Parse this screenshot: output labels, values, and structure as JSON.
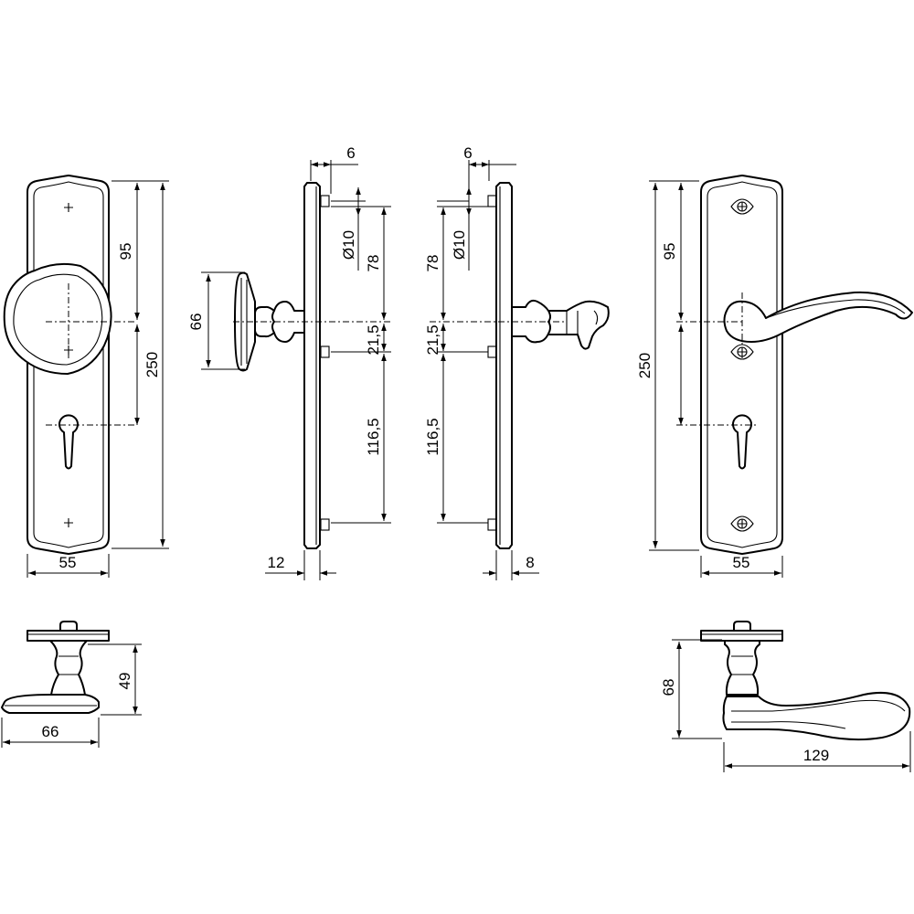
{
  "views": {
    "front_knob": {
      "width_label": "55",
      "spacing_label": "95",
      "height_label": "250"
    },
    "side_knob": {
      "projection_label": "66",
      "offset_label": "12",
      "pin_label": "6",
      "pin_diameter_label": "Ø10",
      "upper_label": "78",
      "middle_label": "21,5",
      "lower_label": "116,5"
    },
    "side_lever": {
      "pin_label": "6",
      "pin_diameter_label": "Ø10",
      "upper_label": "78",
      "middle_label": "21,5",
      "lower_label": "116,5",
      "thickness_label": "8"
    },
    "front_lever": {
      "width_label": "55",
      "spacing_label": "95",
      "height_label": "250"
    },
    "top_knob": {
      "height_label": "49",
      "width_label": "66"
    },
    "top_lever": {
      "height_label": "68",
      "length_label": "129"
    }
  }
}
